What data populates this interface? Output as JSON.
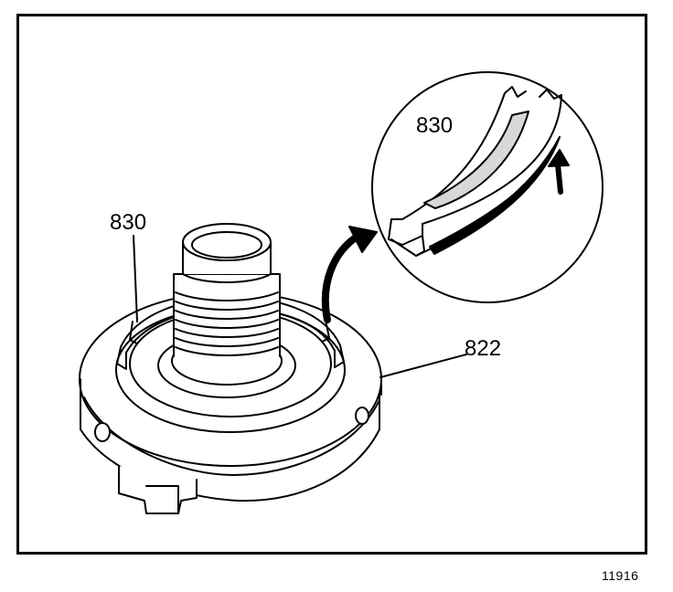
{
  "labels": {
    "main_part": "830",
    "detail_part": "830",
    "housing": "822"
  },
  "figure_id": "11916",
  "colors": {
    "ink": "#000000",
    "paper": "#ffffff",
    "shade": "#d8d8d8"
  },
  "icons": {
    "curved_arrow": "curved-arrow-icon",
    "up_arrow": "up-arrow-icon"
  }
}
